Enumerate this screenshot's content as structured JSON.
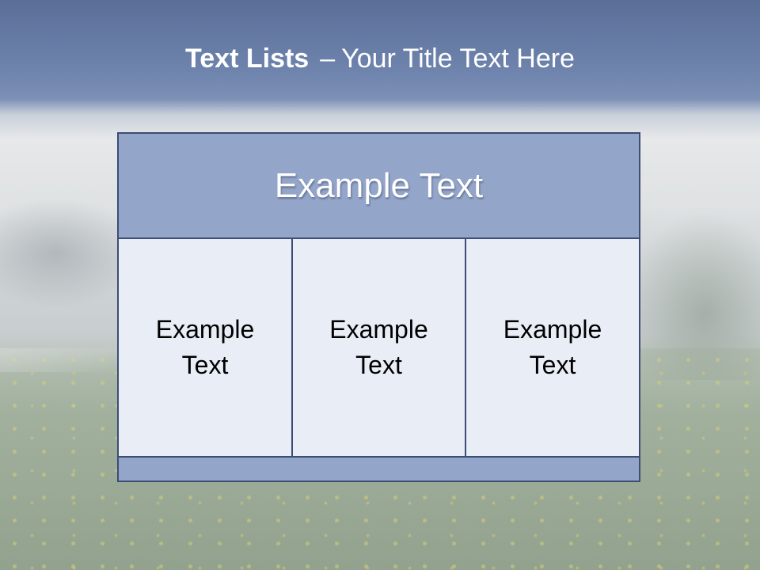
{
  "slide": {
    "title_bold": "Text Lists",
    "title_separator": "–",
    "title_rest": "Your Title Text Here"
  },
  "diagram": {
    "header": "Example Text",
    "columns": [
      {
        "text": "Example Text"
      },
      {
        "text": "Example Text"
      },
      {
        "text": "Example Text"
      }
    ]
  },
  "colors": {
    "header_fill": "#94a5ca",
    "column_fill": "#e9edf6",
    "border": "#3c4e75",
    "title_text": "#ffffff"
  }
}
